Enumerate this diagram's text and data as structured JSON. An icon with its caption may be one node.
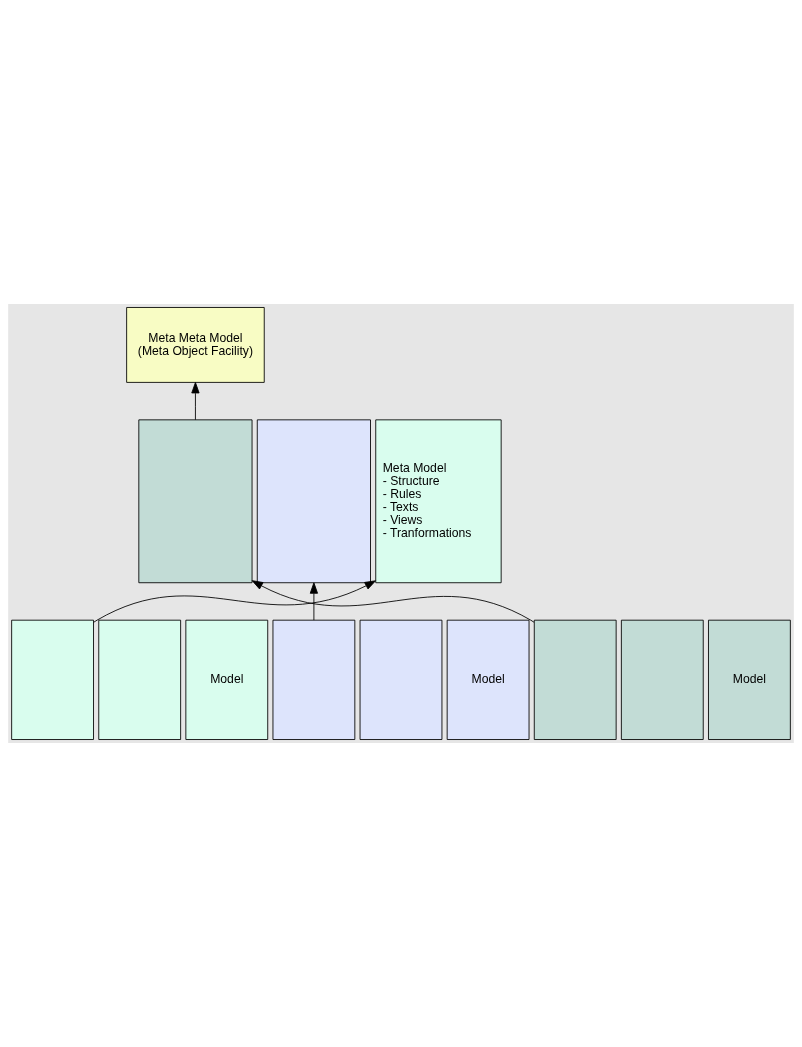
{
  "diagram": {
    "nodes": [
      {
        "text": [
          "Meta Meta Model (Meta Object Facility)"
        ]
      },
      {
        "text": [],
        "shape": "box"
      },
      {
        "text": [],
        "shape": "box"
      },
      {
        "text": [
          "Meta Model",
          "- Structure",
          "- Rules",
          "- Texts",
          "- Views",
          "- Tranformations"
        ]
      },
      {
        "text": [],
        "shape": "box"
      },
      {
        "text": [],
        "shape": "box"
      },
      {
        "text": [
          "Model"
        ]
      },
      {
        "text": [],
        "shape": "box"
      },
      {
        "text": [],
        "shape": "box"
      },
      {
        "text": [
          "Model"
        ]
      },
      {
        "text": [],
        "shape": "box"
      },
      {
        "text": [],
        "shape": "box"
      },
      {
        "text": [
          "Model"
        ]
      }
    ],
    "edges": [
      {
        "from": 1,
        "to": 0,
        "arrow": "to"
      },
      {
        "from": 4,
        "to": 3,
        "arrow": "to"
      },
      {
        "from": 7,
        "to": 2,
        "arrow": "to"
      },
      {
        "from": 10,
        "to": 1,
        "arrow": "to"
      }
    ]
  }
}
